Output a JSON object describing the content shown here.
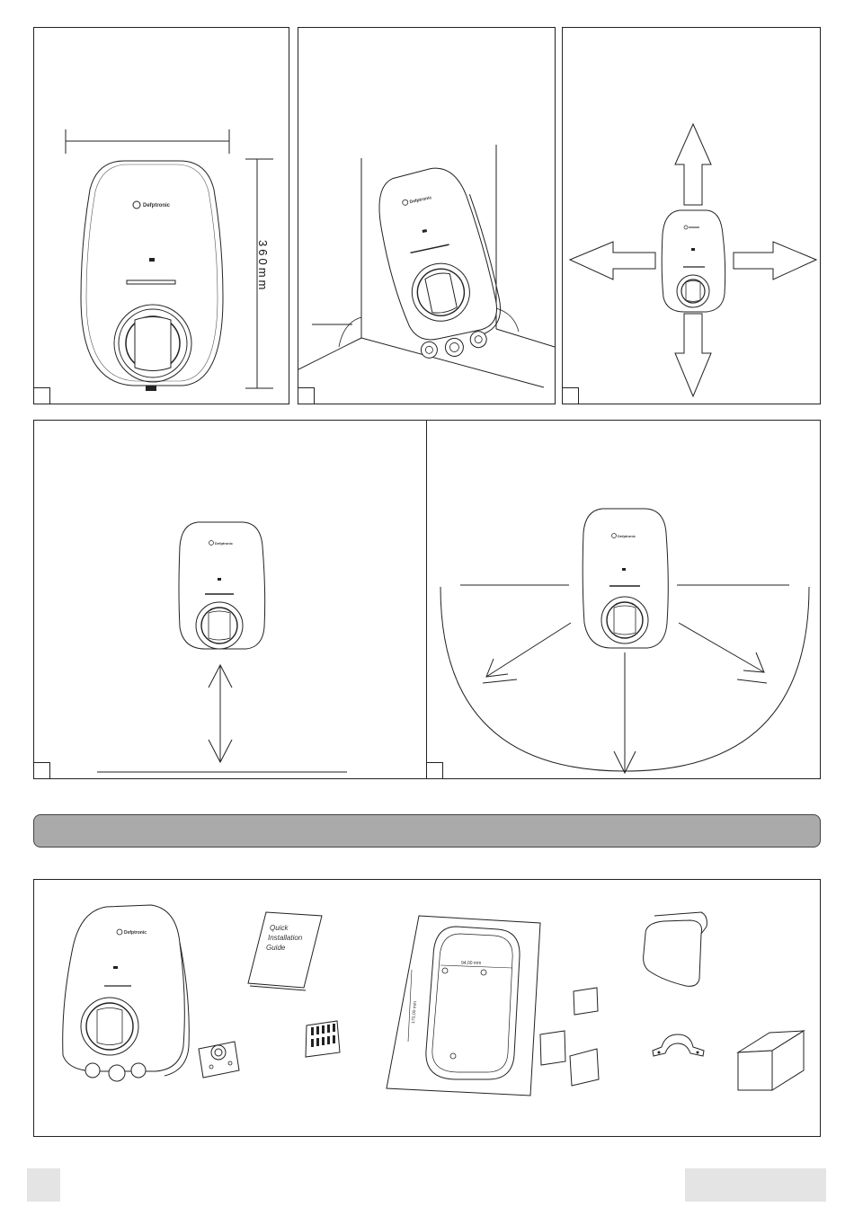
{
  "panels": {
    "dimensions": {
      "height_label": "360mm"
    },
    "accessories": {
      "guide_title": "Quick Installation Guide",
      "guide_lines": [
        "Quick",
        "Installation",
        "Guide"
      ],
      "template_width_label": "94,00 mm",
      "template_height_label": "170,00 mm"
    }
  },
  "brand": {
    "logo_text": "Defptronic"
  }
}
